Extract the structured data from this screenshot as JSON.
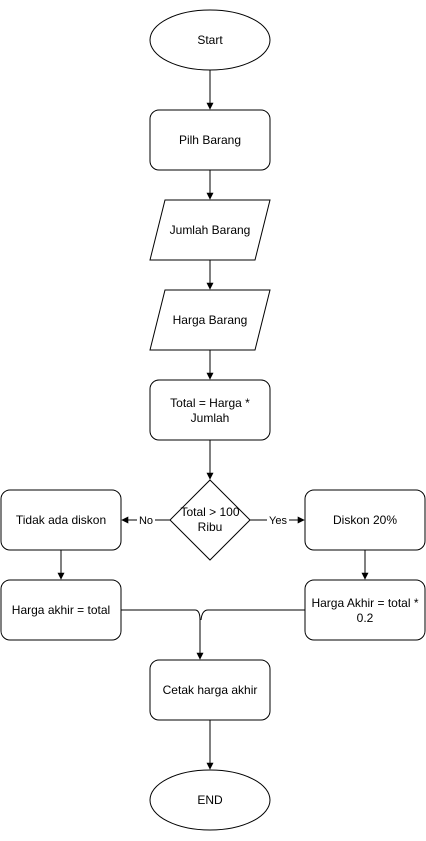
{
  "nodes": {
    "start": "Start",
    "pilih": "Pilh Barang",
    "jumlah": "Jumlah Barang",
    "harga": "Harga Barang",
    "total": [
      "Total = Harga *",
      "Jumlah"
    ],
    "decision": [
      "Total > 100",
      "Ribu"
    ],
    "tidak": "Tidak ada diskon",
    "diskon": "Diskon 20%",
    "harga_akhir_no": "Harga akhir = total",
    "harga_akhir_yes": [
      "Harga Akhir = total *",
      "0.2"
    ],
    "cetak": "Cetak harga akhir",
    "end": "END"
  },
  "edges": {
    "no_label": "No",
    "yes_label": "Yes"
  }
}
